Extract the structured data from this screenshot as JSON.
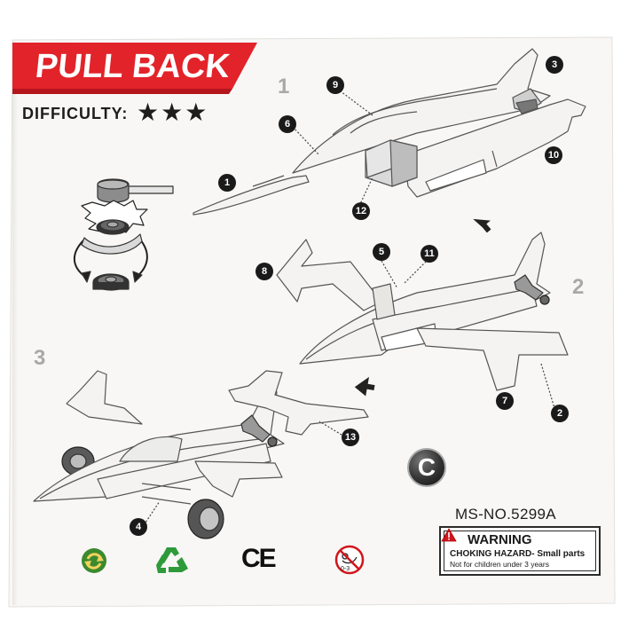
{
  "banner": {
    "title": "PULL BACK",
    "color": "#e2232a"
  },
  "difficulty": {
    "label": "DIFFICULTY:",
    "stars": "★★★",
    "rating": 3
  },
  "steps": [
    "1",
    "2",
    "3"
  ],
  "callouts": [
    "1",
    "2",
    "3",
    "4",
    "5",
    "6",
    "7",
    "8",
    "9",
    "10",
    "11",
    "12",
    "13"
  ],
  "model_number": "MS-NO.5299A",
  "copyright_symbol": "C",
  "warning": {
    "title": "WARNING",
    "line1": "CHOKING HAZARD- Small parts",
    "line2": "Not for children under 3 years"
  },
  "marks": {
    "ce": "CE"
  },
  "icons": [
    "pull-back-motor-diagram",
    "green-dot-icon",
    "recycle-icon",
    "ce-mark-icon",
    "no-children-under-3-icon"
  ],
  "colors": {
    "paper": "#f7f6f4",
    "outline": "#555555",
    "accent": "#e2232a",
    "green": "#2e9a3a",
    "warning_red": "#d0161c"
  }
}
